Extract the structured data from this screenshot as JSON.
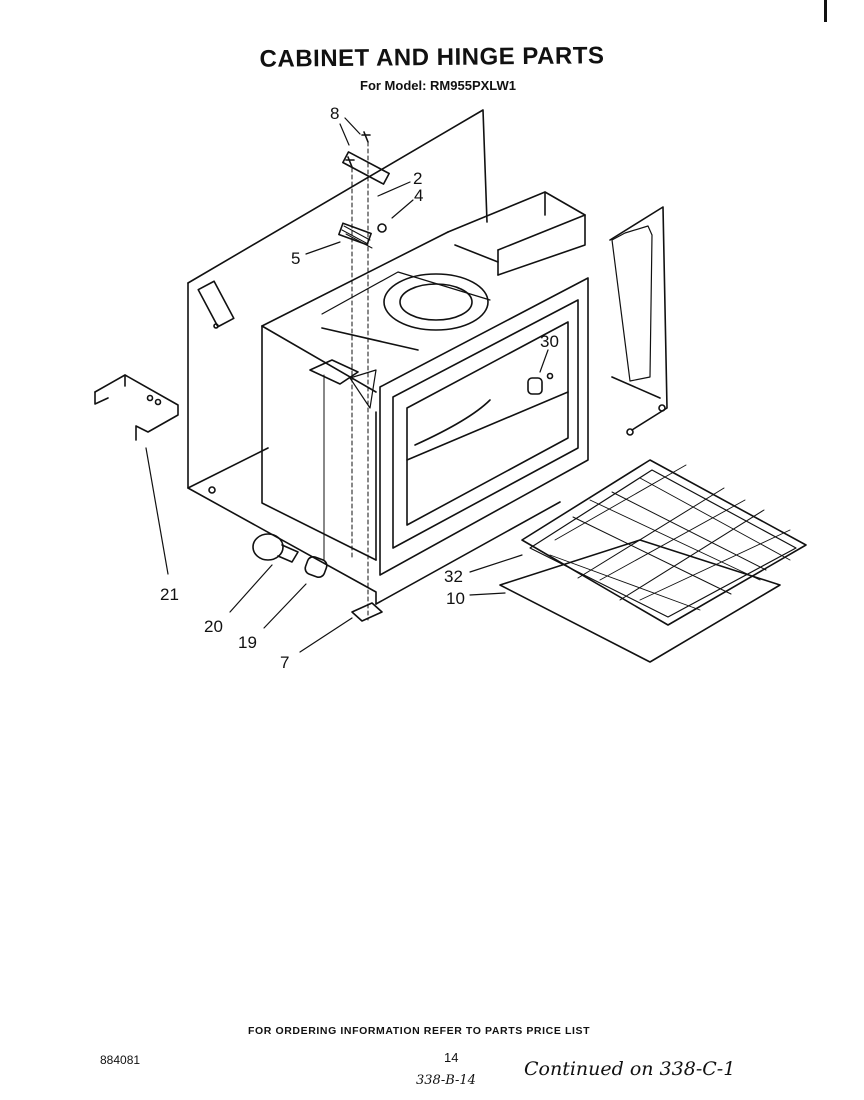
{
  "header": {
    "title": "CABINET AND HINGE PARTS",
    "model_line": "For Model: RM955PXLW1"
  },
  "callouts": [
    "8",
    "2",
    "4",
    "5",
    "30",
    "21",
    "20",
    "19",
    "7",
    "32",
    "10"
  ],
  "footer": {
    "ordering_info": "FOR ORDERING INFORMATION REFER TO PARTS PRICE LIST",
    "doc_number": "884081",
    "page_number": "14",
    "handwritten_ref": "338-B-14",
    "handwritten_continued": "Continued on 338-C-1"
  }
}
